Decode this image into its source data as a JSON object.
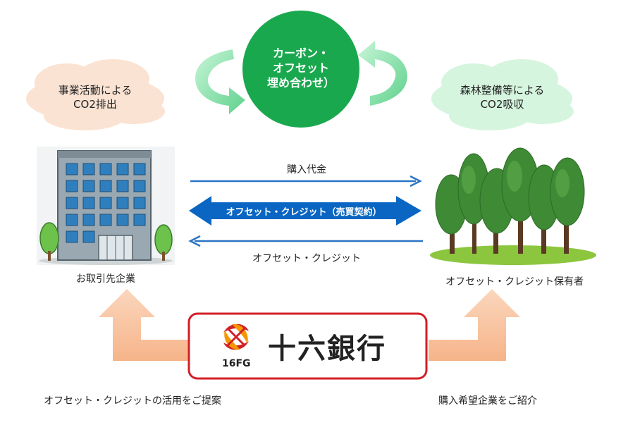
{
  "center": {
    "line1": "カーボン・",
    "line2": "オフセット",
    "line3": "埋め合わせ）"
  },
  "left_cloud": {
    "line1": "事業活動による",
    "line2": "CO2排出"
  },
  "right_cloud": {
    "line1": "森林整備等による",
    "line2": "CO2吸収"
  },
  "left_party": {
    "label": "お取引先企業"
  },
  "right_party": {
    "label": "オフセット・クレジット保有者"
  },
  "flows": {
    "payment": "購入代金",
    "contract": "オフセット・クレジット（売買契約）",
    "credit": "オフセット・クレジット"
  },
  "bank": {
    "name": "十六銀行",
    "code": "16FG"
  },
  "bottom": {
    "left": "オフセット・クレジットの活用をご提案",
    "right": "購入希望企業をご紹介"
  },
  "colors": {
    "center_circle": "#1aa84e",
    "cycle_arrow": "#8fe6b0",
    "cloud_left": "#fbe3d3",
    "cloud_right": "#d6f5df",
    "flow_arrow": "#2a74c6",
    "contract_arrow": "#0a66c2",
    "bank_border": "#d21f26",
    "orange_arrow": "#f7c09e"
  }
}
